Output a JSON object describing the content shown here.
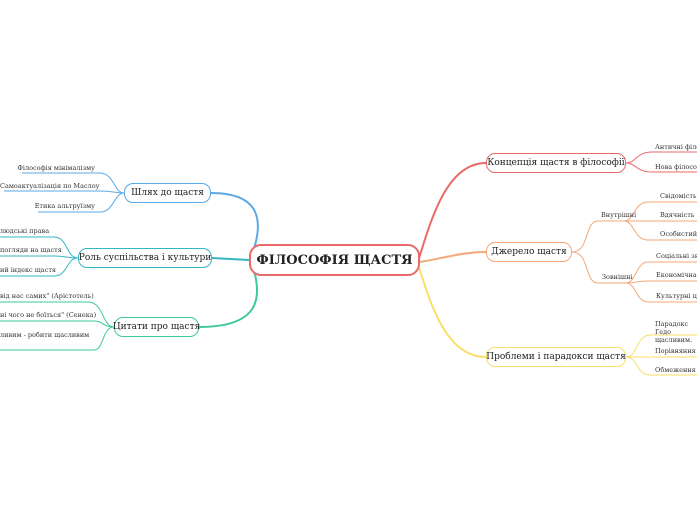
{
  "central": {
    "title": "ФІЛОСОФІЯ ЩАСТЯ"
  },
  "colors": {
    "red": "#e86a6a",
    "orange": "#f3a878",
    "yellow": "#f7df6a",
    "blue": "#5aa9e6",
    "teal": "#34b6c4",
    "green": "#3ec99a"
  },
  "branches": {
    "concept": {
      "label": "Концепція щастя в філософії",
      "children": [
        "Античні філо",
        "Нова філософ"
      ]
    },
    "source": {
      "label": "Джерело щастя",
      "groups": [
        {
          "label": "Внутрішні",
          "children": [
            "Свідомість",
            "Вдячність",
            "Особистий р"
          ]
        },
        {
          "label": "Зовнішні",
          "children": [
            "Соціальні зв'",
            "Економічна ст",
            "Культурні цін"
          ]
        }
      ]
    },
    "paradoxes": {
      "label": "Проблеми і парадокси щастя",
      "children": [
        "Парадокс Гедо щасливим.",
        "Порівняння з",
        "Обмеження ма"
      ]
    },
    "path": {
      "label": "Шлях до щастя",
      "children": [
        "Філософія мінімалізму",
        "Самоактуалізація по Маслоу",
        "Етика альтруїзму"
      ]
    },
    "society": {
      "label": "Роль суспільства і культури",
      "children": [
        "людські права",
        "погляди на щастя",
        "ий індекс щастя"
      ]
    },
    "quotes": {
      "label": "Цитати про щастя",
      "children": [
        "від нас самих\" (Арістотель)",
        "ні чого не боїться\" (Сенека)",
        "ливим - робити щасливим"
      ]
    }
  }
}
